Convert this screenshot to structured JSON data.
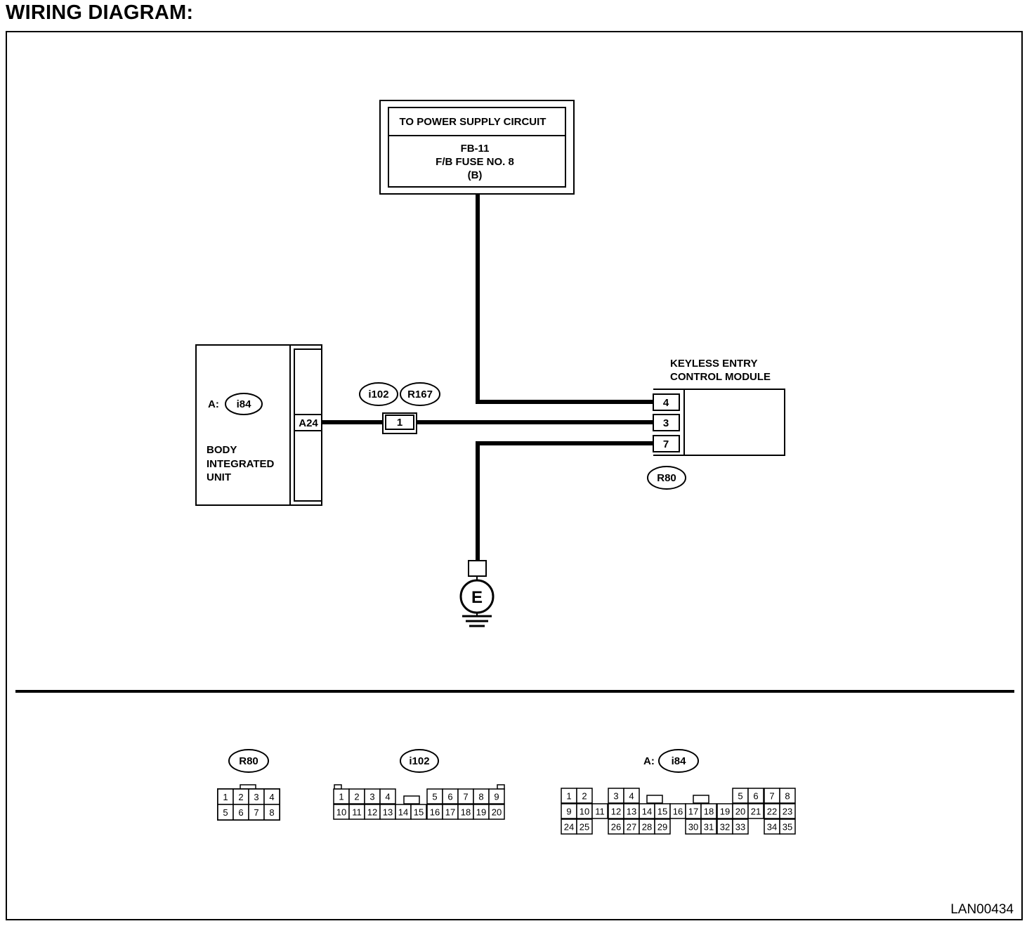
{
  "title": "WIRING DIAGRAM:",
  "figure_code": "LAN00434",
  "colors": {
    "line": "#000000",
    "background": "#ffffff"
  },
  "power_box": {
    "header": "TO POWER SUPPLY CIRCUIT",
    "line1": "FB-11",
    "line2": "F/B FUSE NO. 8",
    "line3": "(B)"
  },
  "body_unit": {
    "prefix": "A:",
    "connector": "i84",
    "label_lines": [
      "BODY",
      "INTEGRATED",
      "UNIT"
    ],
    "terminal": "A24"
  },
  "splice": {
    "connector_1": "i102",
    "connector_2": "R167",
    "pin": "1"
  },
  "keyless_module": {
    "label_lines": [
      "KEYLESS ENTRY",
      "CONTROL MODULE"
    ],
    "connector": "R80",
    "pins": [
      "4",
      "3",
      "7"
    ]
  },
  "ground": {
    "label": "E"
  },
  "connector_views": {
    "r80": {
      "label": "R80",
      "row1": [
        "1",
        "2",
        "3",
        "4"
      ],
      "row2": [
        "5",
        "6",
        "7",
        "8"
      ]
    },
    "i102": {
      "label": "i102",
      "row1": [
        "1",
        "2",
        "3",
        "4",
        "5",
        "6",
        "7",
        "8",
        "9"
      ],
      "row2": [
        "10",
        "11",
        "12",
        "13",
        "14",
        "15",
        "16",
        "17",
        "18",
        "19",
        "20"
      ]
    },
    "i84": {
      "prefix": "A:",
      "label": "i84",
      "row1": [
        "1",
        "2",
        "3",
        "4",
        "5",
        "6",
        "7",
        "8"
      ],
      "row2": [
        "9",
        "10",
        "11",
        "12",
        "13",
        "14",
        "15",
        "16",
        "17",
        "18",
        "19",
        "20",
        "21",
        "22",
        "23"
      ],
      "row3": [
        "24",
        "25",
        "26",
        "27",
        "28",
        "29",
        "30",
        "31",
        "32",
        "33",
        "34",
        "35"
      ]
    }
  }
}
